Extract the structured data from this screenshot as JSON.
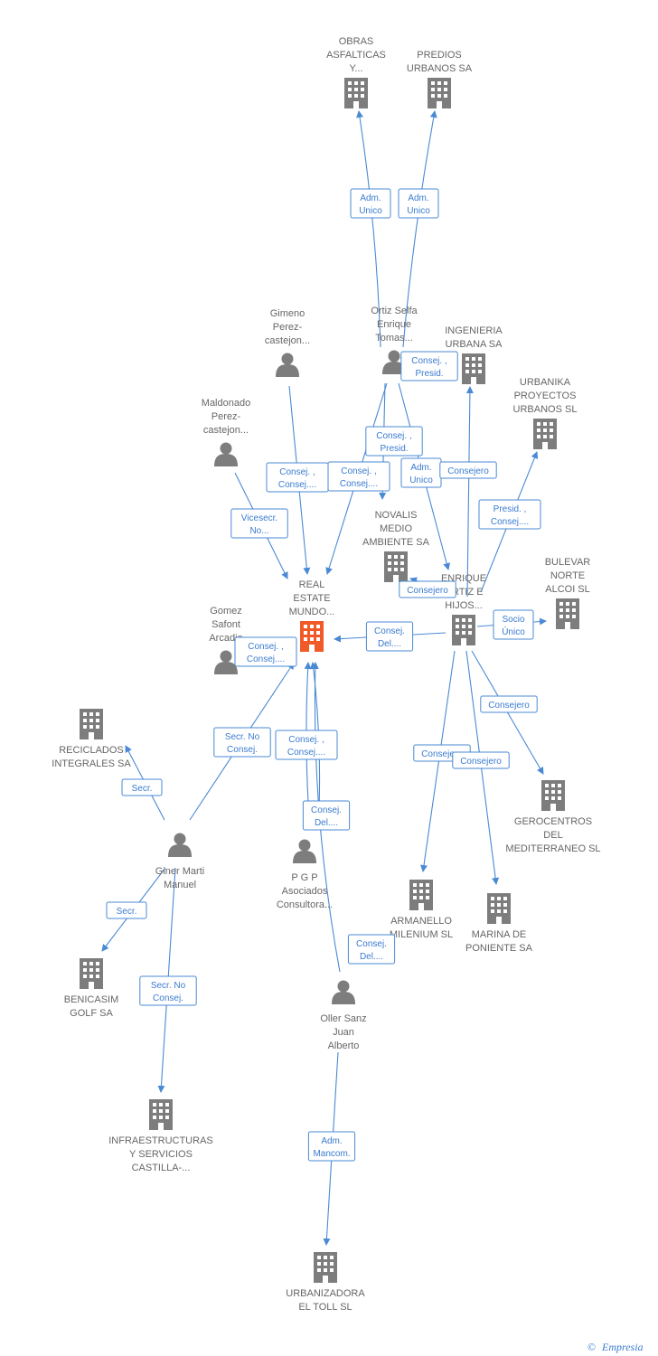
{
  "colors": {
    "node_gray": "#7d7d7d",
    "node_highlight": "#f05a28",
    "edge": "#4a8ad4",
    "label_text": "#666666",
    "edge_text": "#3a7bd0"
  },
  "nodes": [
    {
      "id": "obras",
      "type": "company-icon",
      "label": [
        "OBRAS",
        "ASFALTICAS",
        "Y..."
      ]
    },
    {
      "id": "predios",
      "type": "company-icon",
      "label": [
        "PREDIOS",
        "URBANOS SA"
      ]
    },
    {
      "id": "ortiz",
      "type": "person-icon",
      "label": [
        "Ortiz Selfa",
        "Enrique",
        "Tomas..."
      ]
    },
    {
      "id": "gimeno",
      "type": "person-icon",
      "label": [
        "Gimeno",
        "Perez-",
        "castejon..."
      ]
    },
    {
      "id": "ingenieria",
      "type": "company-icon",
      "label": [
        "INGENIERIA",
        "URBANA SA"
      ]
    },
    {
      "id": "urbanika",
      "type": "company-icon",
      "label": [
        "URBANIKA",
        "PROYECTOS",
        "URBANOS  SL"
      ]
    },
    {
      "id": "maldonado",
      "type": "person-icon",
      "label": [
        "Maldonado",
        "Perez-",
        "castejon..."
      ]
    },
    {
      "id": "novalis",
      "type": "company-icon",
      "label": [
        "NOVALIS",
        "MEDIO",
        "AMBIENTE SA"
      ]
    },
    {
      "id": "bulevar",
      "type": "company-icon",
      "label": [
        "BULEVAR",
        "NORTE",
        "ALCOI SL"
      ]
    },
    {
      "id": "enrique_hijos",
      "type": "company-icon",
      "label": [
        "ENRIQUE",
        "ORTIZ E",
        "HIJOS..."
      ]
    },
    {
      "id": "real_estate",
      "type": "company-icon",
      "highlight": true,
      "label": [
        "REAL",
        "ESTATE",
        "MUNDO..."
      ]
    },
    {
      "id": "gomez",
      "type": "person-icon",
      "label": [
        "Gomez",
        "Safont",
        "Arcadio"
      ]
    },
    {
      "id": "reciclados",
      "type": "company-icon",
      "label": [
        "RECICLADOS",
        "INTEGRALES SA"
      ]
    },
    {
      "id": "gerocentros",
      "type": "company-icon",
      "label": [
        "GEROCENTROS",
        "DEL",
        "MEDITERRANEO SL"
      ]
    },
    {
      "id": "giner",
      "type": "person-icon",
      "label": [
        "Giner Marti",
        "Manuel"
      ]
    },
    {
      "id": "pgp",
      "type": "person-icon",
      "label": [
        "P G P",
        "Asociados",
        "Consultora..."
      ]
    },
    {
      "id": "armanello",
      "type": "company-icon",
      "label": [
        "ARMANELLO",
        "MILENIUM SL"
      ]
    },
    {
      "id": "marina",
      "type": "company-icon",
      "label": [
        "MARINA DE",
        "PONIENTE SA"
      ]
    },
    {
      "id": "benicasim",
      "type": "company-icon",
      "label": [
        "BENICASIM",
        "GOLF SA"
      ]
    },
    {
      "id": "oller",
      "type": "person-icon",
      "label": [
        "Oller Sanz",
        "Juan",
        "Alberto"
      ]
    },
    {
      "id": "infraestructuras",
      "type": "company-icon",
      "label": [
        "INFRAESTRUCTURAS",
        "Y SERVICIOS",
        "CASTILLA-..."
      ]
    },
    {
      "id": "urbanizadora",
      "type": "company-icon",
      "label": [
        "URBANIZADORA",
        "EL TOLL SL"
      ]
    }
  ],
  "edges": [
    {
      "from": "ortiz",
      "to": "obras",
      "label": [
        "Adm.",
        "Unico"
      ]
    },
    {
      "from": "ortiz",
      "to": "predios",
      "label": [
        "Adm.",
        "Unico"
      ]
    },
    {
      "from": "ortiz",
      "to": "ingenieria",
      "label": [
        "Consej. ,",
        "Presid."
      ]
    },
    {
      "from": "ortiz",
      "to": "novalis",
      "label": [
        "Consej. ,",
        "Presid."
      ]
    },
    {
      "from": "ortiz",
      "to": "enrique_hijos",
      "label": [
        "Adm.",
        "Unico"
      ]
    },
    {
      "from": "ortiz",
      "to": "real_estate",
      "label": [
        "Consej. ,",
        "Consej...."
      ]
    },
    {
      "from": "gimeno",
      "to": "real_estate",
      "label": [
        "Consej. ,",
        "Consej...."
      ]
    },
    {
      "from": "maldonado",
      "to": "real_estate",
      "label": [
        "Vicesecr.",
        "No..."
      ]
    },
    {
      "from": "enrique_hijos",
      "to": "ingenieria",
      "label": [
        "Consejero"
      ]
    },
    {
      "from": "enrique_hijos",
      "to": "urbanika",
      "label": [
        "Presid. ,",
        "Consej...."
      ]
    },
    {
      "from": "enrique_hijos",
      "to": "novalis",
      "label": [
        "Consejero"
      ]
    },
    {
      "from": "enrique_hijos",
      "to": "bulevar",
      "label": [
        "Socio",
        "Único"
      ]
    },
    {
      "from": "enrique_hijos",
      "to": "real_estate",
      "label": [
        "Consej.",
        "Del...."
      ]
    },
    {
      "from": "enrique_hijos",
      "to": "gerocentros",
      "label": [
        "Consejero"
      ]
    },
    {
      "from": "enrique_hijos",
      "to": "armanello",
      "label": [
        "Consejero"
      ]
    },
    {
      "from": "enrique_hijos",
      "to": "marina",
      "label": [
        "Consejero"
      ]
    },
    {
      "from": "gomez",
      "to": "real_estate",
      "label": [
        "Consej. ,",
        "Consej...."
      ]
    },
    {
      "from": "giner",
      "to": "real_estate",
      "label": [
        "Secr.  No",
        "Consej."
      ]
    },
    {
      "from": "giner",
      "to": "reciclados",
      "label": [
        "Secr."
      ]
    },
    {
      "from": "giner",
      "to": "benicasim",
      "label": [
        "Secr."
      ]
    },
    {
      "from": "giner",
      "to": "infraestructuras",
      "label": [
        "Secr.  No",
        "Consej."
      ]
    },
    {
      "from": "pgp",
      "to": "real_estate",
      "label": [
        "Consej. ,",
        "Consej...."
      ]
    },
    {
      "from": "pgp",
      "to": "real_estate",
      "label": [
        "Consej.",
        "Del...."
      ]
    },
    {
      "from": "oller",
      "to": "real_estate",
      "label": [
        "Consej.",
        "Del...."
      ]
    },
    {
      "from": "oller",
      "to": "urbanizadora",
      "label": [
        "Adm.",
        "Mancom."
      ]
    }
  ],
  "footer": {
    "copyright_symbol": "©",
    "brand": "Empresia"
  }
}
